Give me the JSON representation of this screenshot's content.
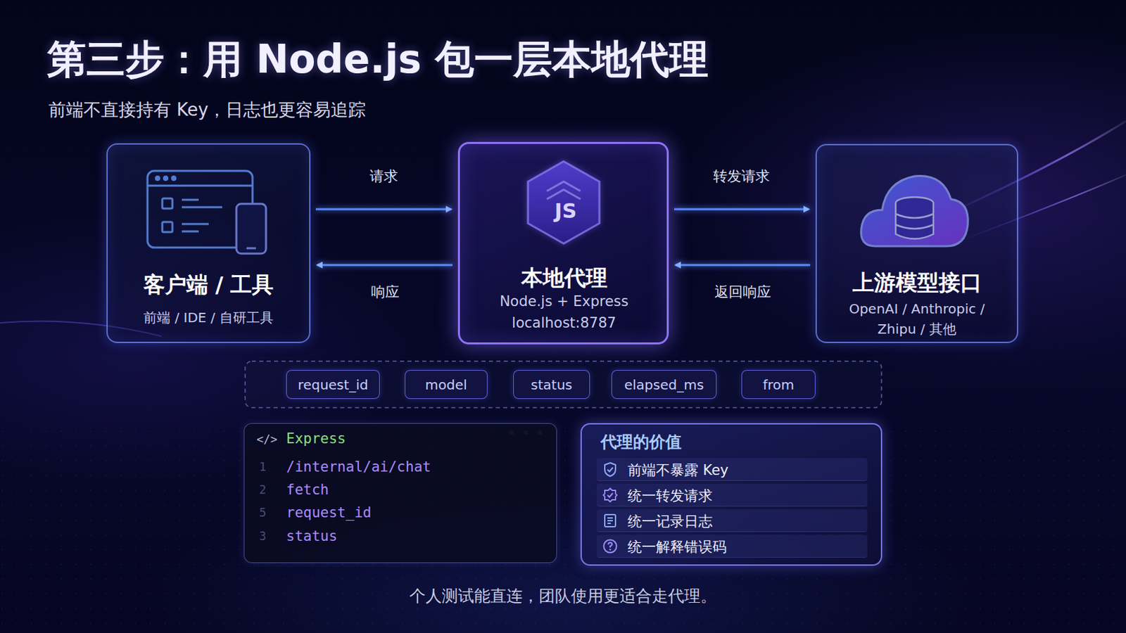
{
  "diagram": {
    "title": "第三步：用 Node.js 包一层本地代理",
    "caption": "个人测试能直连，团队使用更适合走代理。",
    "nodes": [
      {
        "text": [
          "客户端 / 工具",
          "前端 / IDE / 自研工具"
        ]
      },
      {
        "text": [
          "本地代理",
          "Node.js + Express",
          "localhost:8787"
        ]
      },
      {
        "text": [
          "上游模型接口",
          "OpenAI / Anthropic / Zhipu  / 其他"
        ]
      },
      {
        "text": [
          "request_id"
        ]
      },
      {
        "text": [
          "model"
        ]
      },
      {
        "text": [
          "status"
        ]
      },
      {
        "text": [
          "elapsed_ms"
        ]
      },
      {
        "text": [
          "from"
        ]
      },
      {
        "text": [
          "</>",
          "Express",
          "1",
          "/internal/ai/chat",
          "2",
          "fetch",
          "5",
          "request_id",
          "3",
          "status"
        ]
      },
      {
        "text": [
          "代理的价值"
        ]
      },
      {
        "text": [
          "前端不暴露 Key"
        ],
        "in": 9
      },
      {
        "text": [
          "统一转发请求"
        ],
        "in": 9
      },
      {
        "text": [
          "统一记录日志"
        ],
        "in": 9
      },
      {
        "text": [
          "统一解释错误码"
        ],
        "in": 9
      }
    ],
    "edges": [
      {
        "from": 0,
        "to": 1,
        "label": "请求",
        "arrow": "to"
      },
      {
        "from": 1,
        "to": 0,
        "label": "响应",
        "arrow": "to"
      },
      {
        "from": 1,
        "to": 2,
        "label": "转发请求",
        "arrow": "to"
      },
      {
        "from": 2,
        "to": 1,
        "label": "返回响应",
        "arrow": "to"
      }
    ],
    "labels": [
      "前端不直接持有 Key，日志也更容易追踪",
      "JS"
    ]
  }
}
